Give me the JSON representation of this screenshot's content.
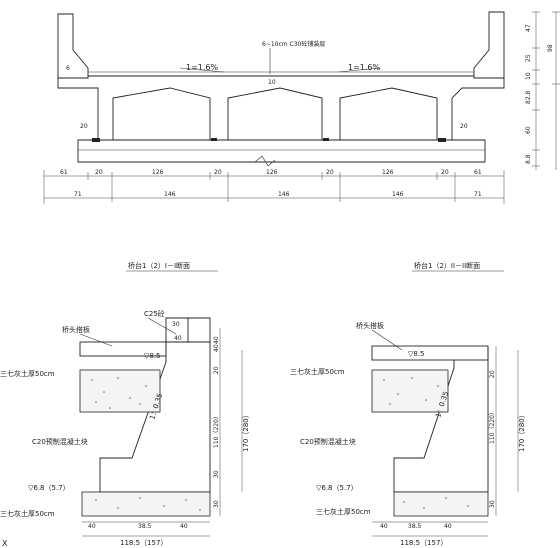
{
  "bridge_cross_section": {
    "bottom_dims_row1": [
      "61",
      "20",
      "126",
      "20",
      "126",
      "20",
      "126",
      "20",
      "61"
    ],
    "bottom_dims_row2": [
      "71",
      "146",
      "146",
      "146",
      "71"
    ],
    "right_dims": [
      "47",
      "25",
      "10",
      "82.8",
      "60",
      "8.8"
    ],
    "right_dims_total": "98",
    "slope_left": "1=1.6%",
    "slope_right": "1=1.6%",
    "pavement_note": "6~10cm C30砼铺装层",
    "deck_dim_small": "10",
    "left_edge_dim": "6",
    "bearing_dim_left": "20",
    "bearing_dim_right": "20"
  },
  "abutment_section_1": {
    "title": "桥台1（2）I－I断面",
    "label_cap": "C25砼",
    "label_head": "桥头搭板",
    "label_lime_top": "三七灰土厚50cm",
    "label_concrete": "C20预制混凝土块",
    "label_lime_bottom": "三七灰土厚50cm",
    "elev_top": "▽8.5",
    "elev_mid": "▽6.8（5.7）",
    "slope": "1：0.35",
    "dim_cap_w": "30",
    "dim_cap_h": "40",
    "dim_step": "40",
    "right_dims_inner": [
      "40",
      "20",
      "110（220）",
      "30",
      "30"
    ],
    "right_dim_total": "170（280）",
    "bottom_dims": [
      "40",
      "38.5",
      "40"
    ],
    "bottom_total": "118.5（157）"
  },
  "abutment_section_2": {
    "title": "桥台1（2）II－II断面",
    "label_head": "桥头搭板",
    "label_lime_top": "三七灰土厚50cm",
    "label_concrete": "C20预制混凝土块",
    "label_lime_bottom": "三七灰土厚50cm",
    "elev_top": "▽8.5",
    "elev_mid": "▽6.8（5.7）",
    "slope": "1：0.35",
    "right_dims_inner": [
      "20",
      "110（220）",
      "30"
    ],
    "right_dim_total": "170（280）",
    "bottom_dims": [
      "40",
      "38.5",
      "40"
    ],
    "bottom_total": "118.5（157）"
  },
  "corner_mark": "X"
}
